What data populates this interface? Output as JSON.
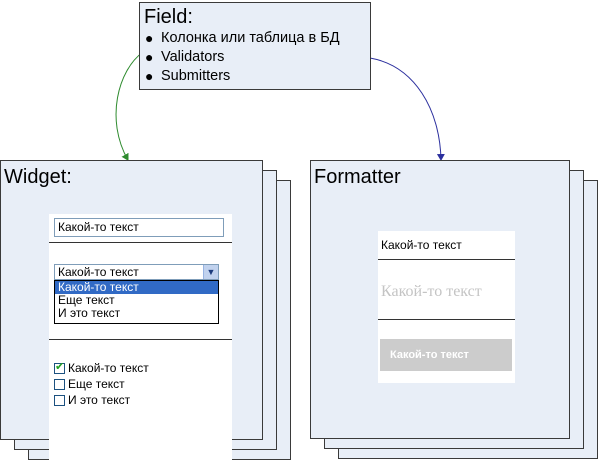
{
  "field": {
    "title": "Field:",
    "items": [
      "Колонка или таблица в БД",
      "Validators",
      "Submitters"
    ]
  },
  "widget": {
    "title": "Widget:",
    "text_input_value": "Какой-то текст",
    "select_value": "Какой-то текст",
    "select_options": [
      "Какой-то текст",
      "Еще текст",
      "И это текст"
    ],
    "checkboxes": [
      {
        "label": "Какой-то текст",
        "checked": true
      },
      {
        "label": "Еще текст",
        "checked": false
      },
      {
        "label": "И это текст",
        "checked": false
      }
    ]
  },
  "formatter": {
    "title": "Formatter",
    "plain_text": "Какой-то текст",
    "serif_text": "Какой-то текст",
    "bar_text": "Какой-то текст"
  },
  "colors": {
    "card_fill": "#e8eef7",
    "arrow_to_widget": "#2e8b2e",
    "arrow_to_formatter": "#2b2f9e",
    "selected_option": "#316ac5"
  }
}
